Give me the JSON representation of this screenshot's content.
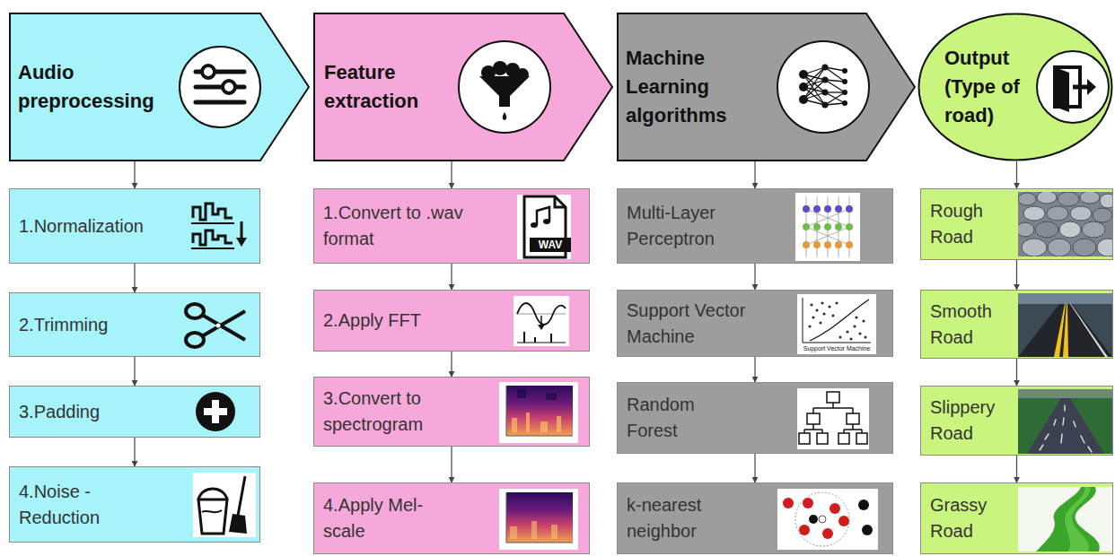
{
  "diagram": {
    "nodes": [
      {
        "text": [
          "Audio preprocessing"
        ]
      },
      {
        "text": [
          "1.Normalization"
        ]
      },
      {
        "text": [
          "2.Trimming"
        ]
      },
      {
        "text": [
          "3.Padding"
        ]
      },
      {
        "text": [
          "4.Noise - Reduction"
        ]
      },
      {
        "text": [
          "Feature extraction"
        ]
      },
      {
        "text": [
          "1.Convert to .wav format"
        ]
      },
      {
        "text": [
          "2.Apply FFT"
        ]
      },
      {
        "text": [
          "3.Convert to spectrogram"
        ]
      },
      {
        "text": [
          "4.Apply Mel-scale"
        ]
      },
      {
        "text": [
          "Machine Learning algorithms"
        ]
      },
      {
        "text": [
          "Multi-Layer Perceptron"
        ]
      },
      {
        "text": [
          "Support Vector Machine"
        ]
      },
      {
        "text": [
          "Random Forest"
        ]
      },
      {
        "text": [
          "k-nearest neighbor"
        ]
      },
      {
        "text": [
          "Output (Type of road)"
        ]
      },
      {
        "text": [
          "Rough Road"
        ]
      },
      {
        "text": [
          "Smooth Road"
        ]
      },
      {
        "text": [
          "Slippery Road"
        ]
      },
      {
        "text": [
          "Grassy Road"
        ]
      }
    ],
    "edges": [
      {
        "from": 0,
        "to": 1,
        "arrow": "to"
      },
      {
        "from": 1,
        "to": 2,
        "arrow": "to"
      },
      {
        "from": 2,
        "to": 3,
        "arrow": "to"
      },
      {
        "from": 3,
        "to": 4,
        "arrow": "to"
      },
      {
        "from": 5,
        "to": 6,
        "arrow": "to"
      },
      {
        "from": 6,
        "to": 7,
        "arrow": "to"
      },
      {
        "from": 7,
        "to": 8,
        "arrow": "to"
      },
      {
        "from": 8,
        "to": 9,
        "arrow": "to"
      },
      {
        "from": 10,
        "to": 11,
        "arrow": "to"
      },
      {
        "from": 11,
        "to": 12,
        "arrow": "to"
      },
      {
        "from": 12,
        "to": 13,
        "arrow": "to"
      },
      {
        "from": 13,
        "to": 14,
        "arrow": "to"
      },
      {
        "from": 15,
        "to": 16,
        "arrow": "to"
      },
      {
        "from": 16,
        "to": 17,
        "arrow": "to"
      },
      {
        "from": 17,
        "to": 18,
        "arrow": "to"
      },
      {
        "from": 18,
        "to": 19,
        "arrow": "to"
      }
    ],
    "labels": [
      "WAV",
      "Support Vector Machine"
    ]
  }
}
